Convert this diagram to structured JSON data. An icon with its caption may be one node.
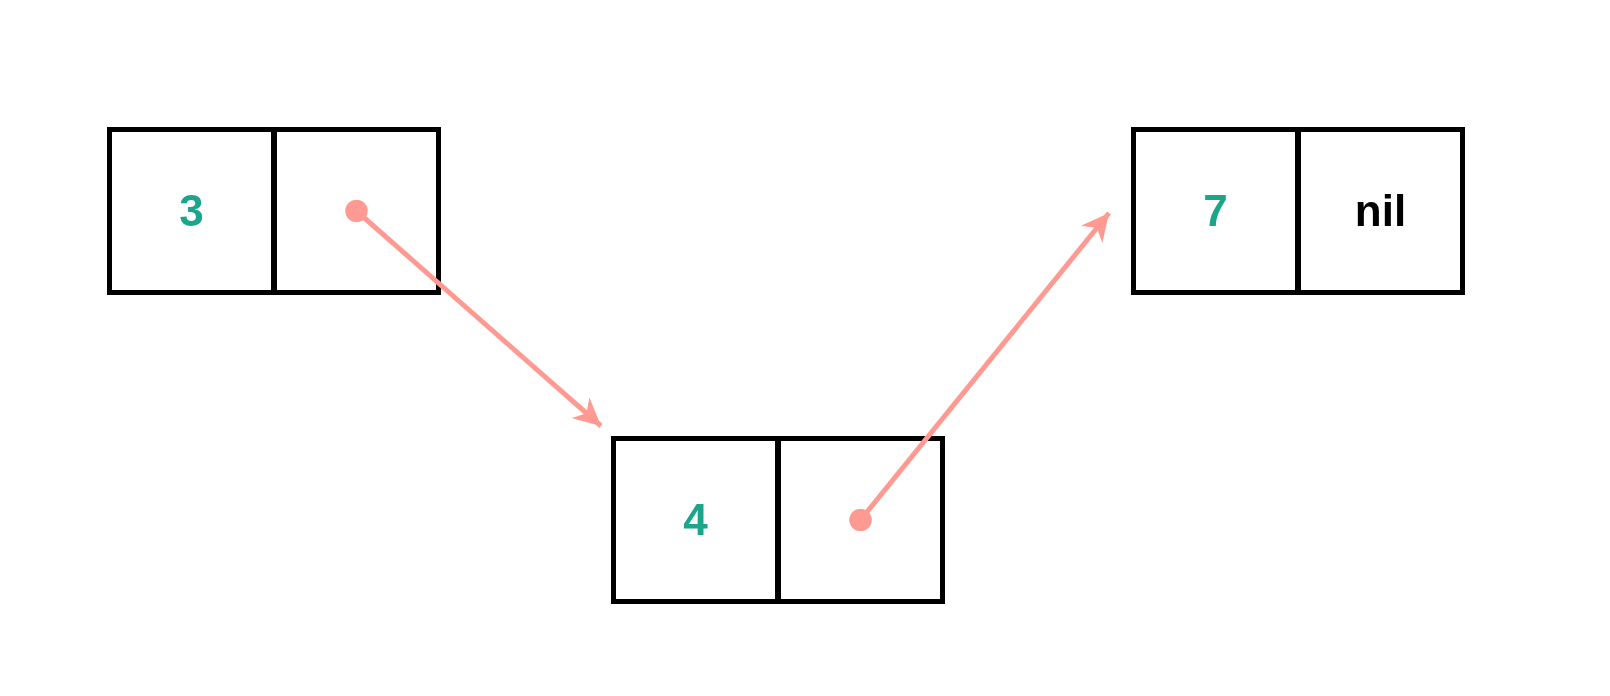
{
  "diagram": {
    "nodes": [
      {
        "text": [
          "3"
        ]
      },
      {
        "text": [],
        "shape": "box"
      },
      {
        "text": [
          "4"
        ]
      },
      {
        "text": [],
        "shape": "box"
      },
      {
        "text": [
          "7"
        ]
      },
      {
        "text": [
          "nil"
        ]
      }
    ],
    "edges": [
      {
        "from": 1,
        "to": 2,
        "arrow": "to"
      },
      {
        "from": 3,
        "to": 4,
        "arrow": "to"
      }
    ]
  }
}
